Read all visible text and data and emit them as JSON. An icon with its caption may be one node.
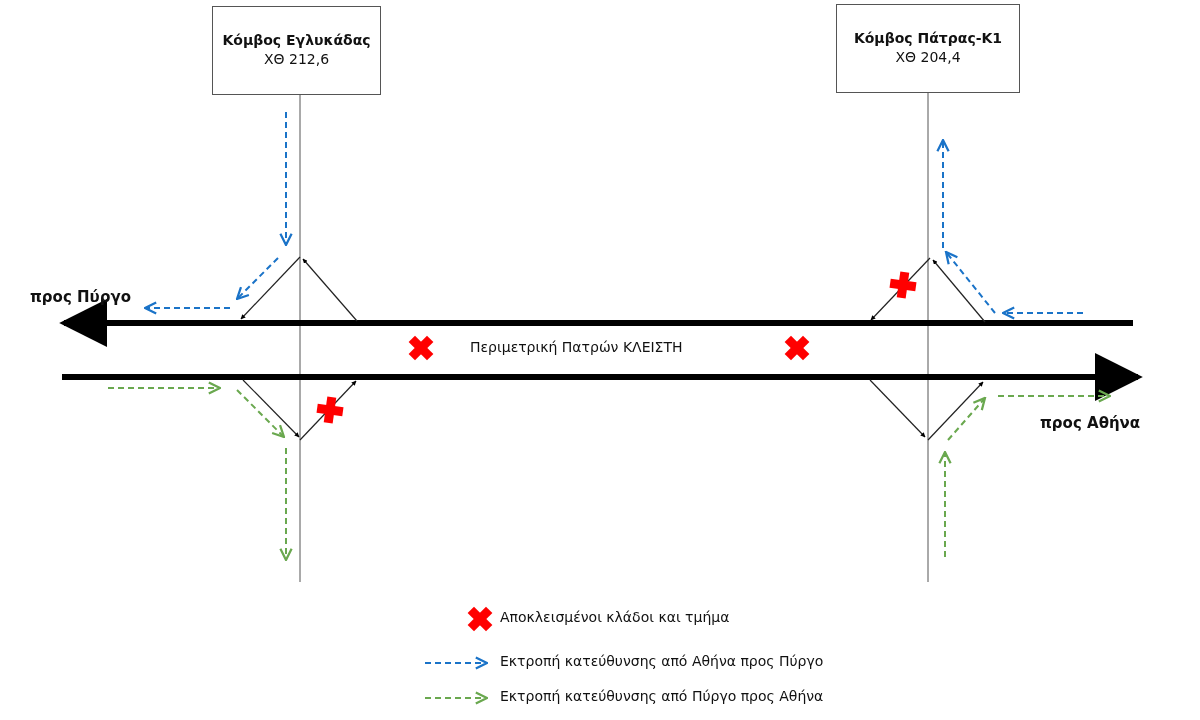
{
  "diagram": {
    "nodes": [
      {
        "text": [
          "Κόμβος Εγλυκάδας",
          "ΧΘ 212,6"
        ]
      },
      {
        "text": [
          "Κόμβος Πάτρας-Κ1",
          "ΧΘ 204,4"
        ]
      }
    ],
    "labels": [
      "προς Πύργο",
      "Περιμετρική Πατρών ΚΛΕΙΣΤΗ",
      "προς Αθήνα"
    ],
    "legend": [
      {
        "text": "Αποκλεισμένοι κλάδοι και τμήμα"
      },
      {
        "text": "Εκτροπή κατεύθυνσης από Αθήνα προς Πύργο"
      },
      {
        "text": "Εκτροπή κατεύθυνσης από Πύργο προς Αθήνα"
      }
    ]
  }
}
